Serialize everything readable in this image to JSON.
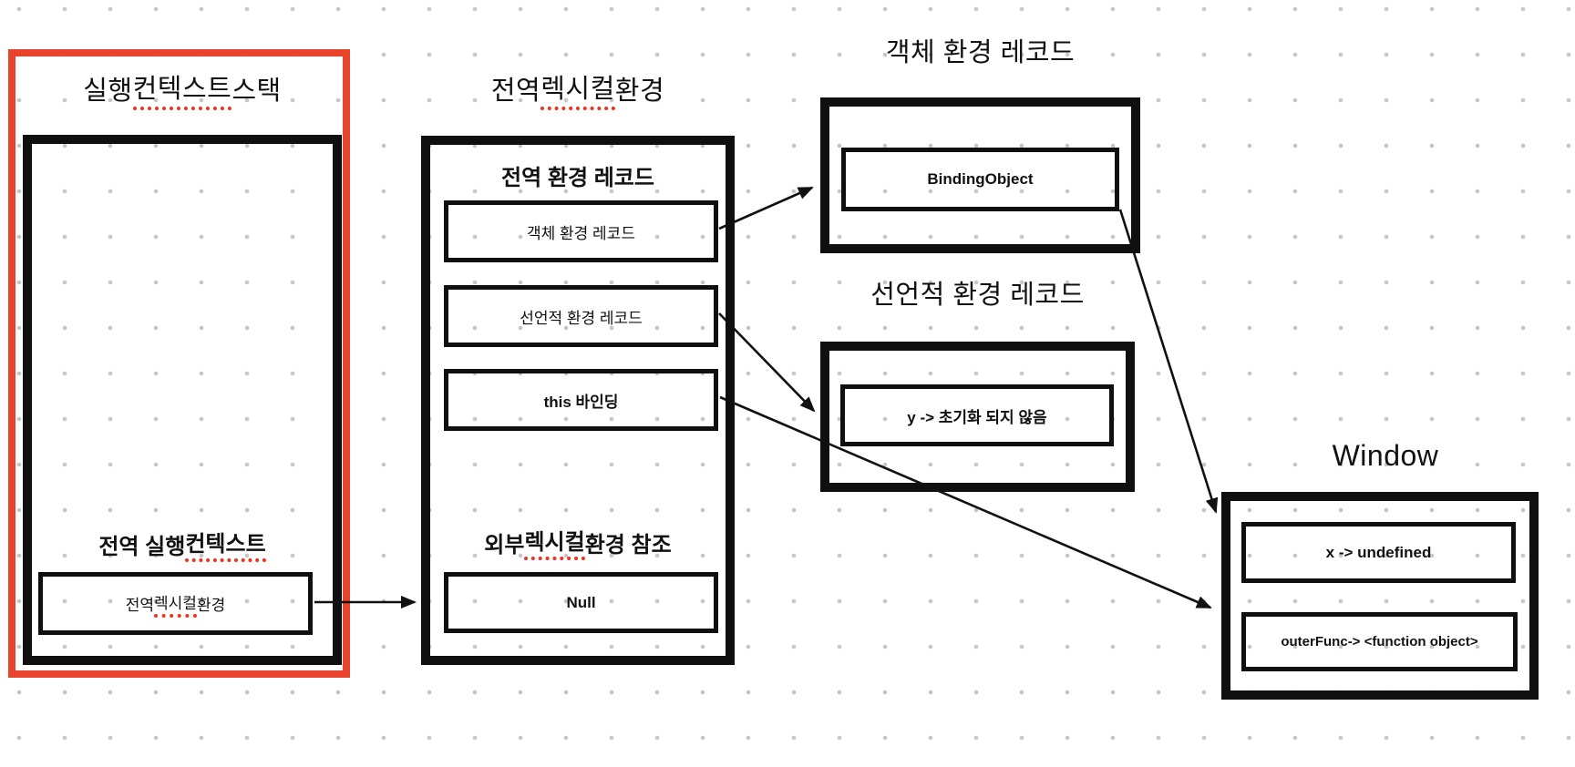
{
  "colors": {
    "background": "#ffffff",
    "dot_grid": "#c7c7c7",
    "box_black": "#0f0f0f",
    "accent_red": "#e8432d",
    "squiggle_red": "#f3301c"
  },
  "panels": {
    "stack": {
      "title": {
        "pre": "실행 ",
        "mark": "컨텍스트",
        "post": " 스택"
      },
      "exec_heading": {
        "pre": "전역 실행 ",
        "mark": "컨텍스트",
        "post": ""
      },
      "lexical_box": {
        "pre": "전역 ",
        "mark": "렉시컬",
        "post": " 환경"
      }
    },
    "global_lexical": {
      "title": {
        "pre": "전역 ",
        "mark": "렉시컬",
        "post": " 환경"
      },
      "env_record_heading": "전역 환경 레코드",
      "object_env_row": "객체 환경 레코드",
      "declarative_env_row": "선언적 환경 레코드",
      "this_binding_row": "this 바인딩",
      "outer_ref_heading": {
        "pre": "외부 ",
        "mark": "렉시컬",
        "post": " 환경 참조"
      },
      "outer_ref_value": "Null"
    },
    "object_env": {
      "title": "객체 환경 레코드",
      "binding_value": "BindingObject"
    },
    "declarative_env": {
      "title": "선언적 환경 레코드",
      "y_value": "y -> 초기화 되지 않음"
    },
    "window": {
      "title": "Window",
      "x_value": "x -> undefined",
      "outer_func_value": "outerFunc-> <function object>"
    }
  }
}
